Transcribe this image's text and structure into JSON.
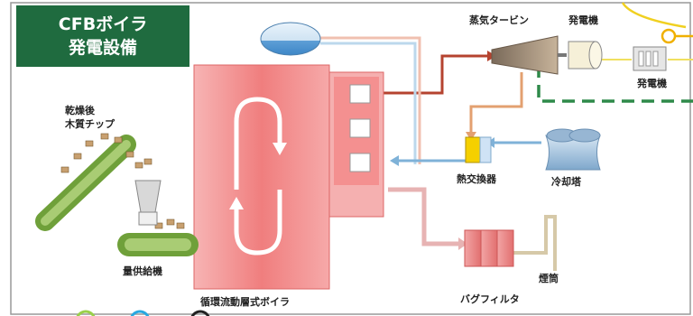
{
  "title": {
    "line1": "CFBボイラ",
    "line2": "発電設備"
  },
  "labels": {
    "chips": "乾燥後",
    "chips2": "木質チップ",
    "feeder": "量供給機",
    "boiler": "循環流動層式ボイラ",
    "turbine": "蒸気タービン",
    "generator": "発電機",
    "generator2": "発電機",
    "heat_exchanger": "熱交換器",
    "cooling_tower": "冷却塔",
    "bag_filter": "バグフィルタ",
    "chimney": "煙筒"
  },
  "colors": {
    "title_bg": "#1f6b3f",
    "steam_line": "#b5432f",
    "water_line": "#7fb2d8",
    "flue_line": "#d99a9a",
    "grid_dash": "#2f8a4a",
    "conveyor": "#6fa03a"
  }
}
